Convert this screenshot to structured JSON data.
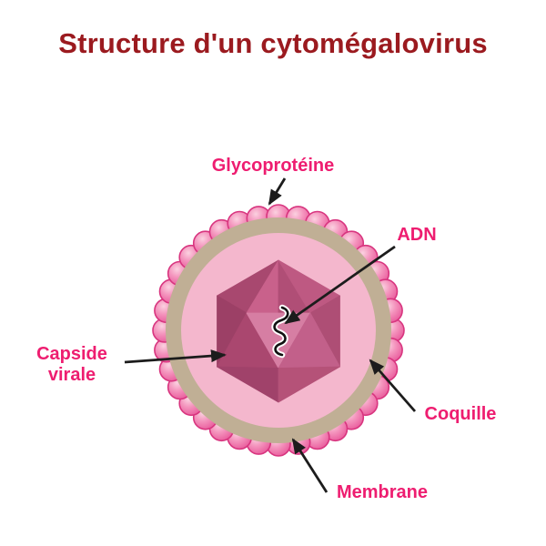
{
  "title": "Structure d'un cytomégalovirus",
  "labels": {
    "glycoprotein": "Glycoprotéine",
    "adn": "ADN",
    "capsid_line1": "Capside",
    "capsid_line2": "virale",
    "coquille": "Coquille",
    "membrane": "Membrane"
  },
  "diagram": {
    "subject": "coupe schématique d'un cytomégalovirus",
    "glycoprotein_bump_count": 36
  },
  "colors": {
    "title_color": "#9B1A1F",
    "label_color": "#EE1D70",
    "arrow_color": "#1C1C1C",
    "bump_light": "#FBD1E0",
    "bump_mid": "#F494BD",
    "bump_deep": "#E8579A",
    "bump_stroke": "#D8357F",
    "envelope_tan": "#C0AF95",
    "tegument_pink": "#F4B7CD",
    "f_tl": "#C9618B",
    "f_tr": "#B04E76",
    "f_ul": "#A8486F",
    "f_ur": "#BE5982",
    "f_l": "#9C4066",
    "f_r": "#AE4E75",
    "f_lli": "#AA476F",
    "f_c": "#D67EA3",
    "f_lri": "#C2608A",
    "f_bl": "#A0426A",
    "f_br": "#B55278",
    "dna_stroke": "#111111",
    "dna_outline": "#FFFFFF"
  }
}
